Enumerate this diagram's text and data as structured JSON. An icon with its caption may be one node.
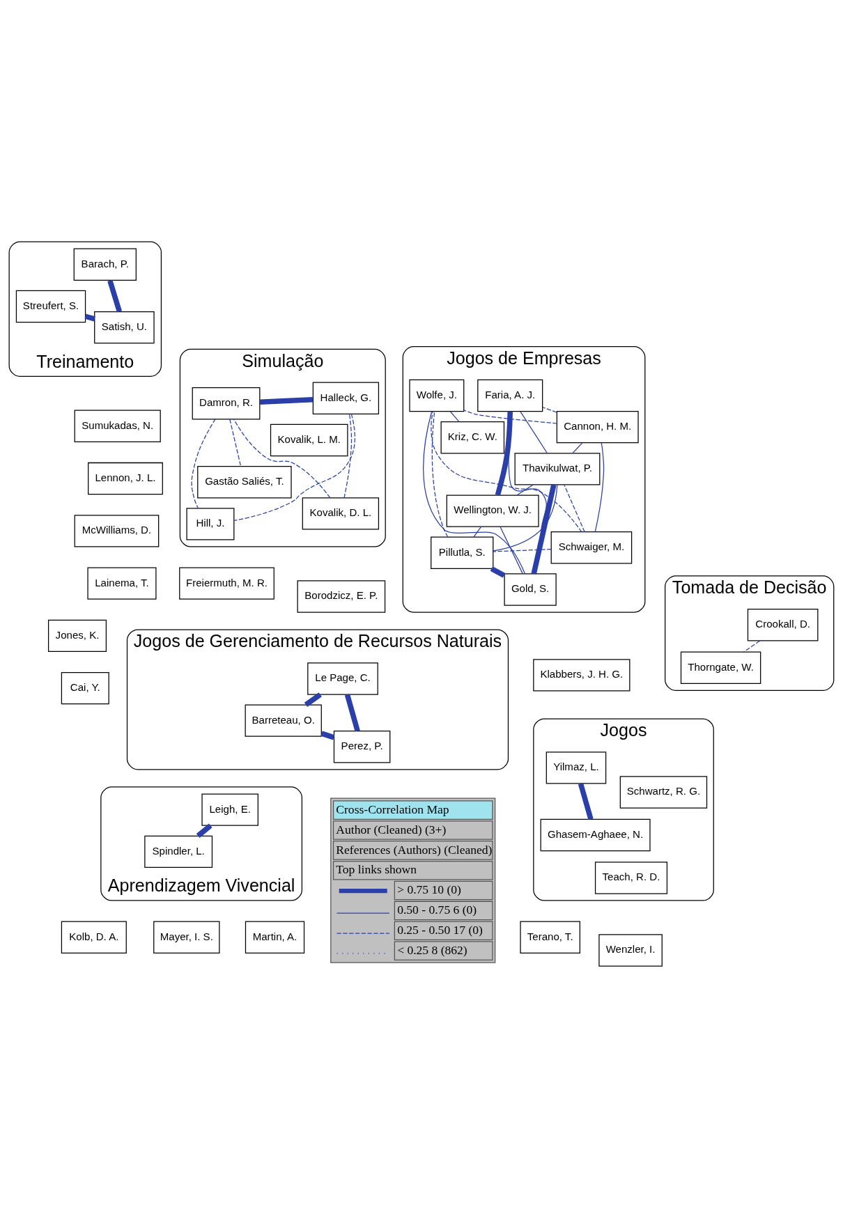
{
  "diagram": {
    "nodes": [
      {
        "text": [
          "Jogos de Empresas"
        ]
      },
      {
        "text": [
          "Schwaiger, M."
        ],
        "in": 0
      },
      {
        "text": [
          "Wolfe, J."
        ],
        "in": 0
      },
      {
        "text": [
          "Kriz, C. W."
        ],
        "in": 0
      },
      {
        "text": [
          "Lennon, J. L."
        ]
      },
      {
        "text": [
          "Cannon, H. M."
        ],
        "in": 0
      },
      {
        "text": [
          "Pillutla, S."
        ],
        "in": 0
      },
      {
        "text": [
          "Gold, S."
        ],
        "in": 0
      },
      {
        "text": [
          "Thavikulwat, P."
        ],
        "in": 0
      },
      {
        "text": [
          "Wellington, W. J."
        ],
        "in": 0
      },
      {
        "text": [
          "Faria, A. J."
        ],
        "in": 0
      },
      {
        "text": [
          "Simulação"
        ]
      },
      {
        "text": [
          "Kovalik, L. M."
        ],
        "in": 11
      },
      {
        "text": [
          "Kovalik, D. L."
        ],
        "in": 11
      },
      {
        "text": [
          "Halleck, G."
        ],
        "in": 11
      },
      {
        "text": [
          "Damron, R."
        ],
        "in": 11
      },
      {
        "text": [
          "Hill, J."
        ],
        "in": 11
      },
      {
        "text": [
          "Gastão Saliés, T."
        ],
        "in": 11
      },
      {
        "text": [
          "Jogos"
        ]
      },
      {
        "text": [
          "Yilmaz, L."
        ],
        "in": 18
      },
      {
        "text": [
          "Ghasem-Aghaee, N."
        ],
        "in": 18
      },
      {
        "text": [
          "Teach, R. D."
        ],
        "in": 18
      },
      {
        "text": [
          "Schwartz, R. G."
        ],
        "in": 18
      },
      {
        "text": [
          "Borodzicz, E. P."
        ]
      },
      {
        "text": [
          "Freiermuth, M. R."
        ]
      },
      {
        "text": [
          "Lainema, T."
        ]
      },
      {
        "text": [
          "Martin, A."
        ]
      },
      {
        "text": [
          "Tomada de Decisão"
        ]
      },
      {
        "text": [
          "Crookall, D."
        ],
        "in": 27
      },
      {
        "text": [
          "Thorngate, W."
        ],
        "in": 27
      },
      {
        "text": [
          "Treinamento"
        ]
      },
      {
        "text": [
          "Streufert, S."
        ],
        "in": 30
      },
      {
        "text": [
          "Satish, U."
        ],
        "in": 30
      },
      {
        "text": [
          "Barach, P."
        ],
        "in": 30
      },
      {
        "text": [
          "Terano, T."
        ]
      },
      {
        "text": [
          "Klabbers, J. H. G."
        ]
      },
      {
        "text": [
          "Aprendizagem Vivencial"
        ]
      },
      {
        "text": [
          "Leigh, E."
        ],
        "in": 36
      },
      {
        "text": [
          "Spindler, L."
        ],
        "in": 36
      },
      {
        "text": [
          "Kolb, D. A."
        ]
      },
      {
        "text": [
          "Mayer, I. S."
        ]
      },
      {
        "text": [
          "Wenzler, I."
        ]
      },
      {
        "text": [
          "Jogos de Gerenciamento de Recursos Naturais"
        ]
      },
      {
        "text": [
          "Perez, P."
        ],
        "in": 42
      },
      {
        "text": [
          "Barreteau, O."
        ],
        "in": 42
      },
      {
        "text": [
          "Le Page, C."
        ],
        "in": 42
      },
      {
        "text": [
          "Sumukadas, N."
        ]
      },
      {
        "text": [
          "Jones, K."
        ]
      },
      {
        "text": [
          "McWilliams, D."
        ]
      },
      {
        "text": [
          "Cai, Y."
        ]
      }
    ],
    "edges": [
      {
        "from": 2,
        "to": 3,
        "arrow": "none"
      },
      {
        "from": 10,
        "to": 9,
        "arrow": "none",
        "style": "thick"
      },
      {
        "from": 1,
        "to": 5,
        "arrow": "none"
      },
      {
        "from": 1,
        "to": 8,
        "arrow": "none",
        "style": "dashed"
      },
      {
        "from": 1,
        "to": 2,
        "arrow": "none",
        "style": "dashed"
      },
      {
        "from": 1,
        "to": 6,
        "arrow": "none",
        "style": "dashed"
      },
      {
        "from": 5,
        "to": 2,
        "arrow": "none",
        "style": "dashed"
      },
      {
        "from": 5,
        "to": 8,
        "arrow": "none"
      },
      {
        "from": 5,
        "to": 10,
        "arrow": "none",
        "style": "dashed"
      },
      {
        "from": 7,
        "to": 6,
        "arrow": "none",
        "style": "thick"
      },
      {
        "from": 8,
        "to": 6,
        "arrow": "none"
      },
      {
        "from": 8,
        "to": 7,
        "arrow": "none",
        "style": "thick"
      },
      {
        "from": 7,
        "to": 2,
        "arrow": "none"
      },
      {
        "from": 6,
        "to": 2,
        "arrow": "none",
        "style": "dashed"
      },
      {
        "from": 6,
        "to": 9,
        "arrow": "none"
      },
      {
        "from": 8,
        "to": 10,
        "arrow": "none"
      },
      {
        "from": 8,
        "to": 9,
        "arrow": "none"
      },
      {
        "from": 7,
        "to": 10,
        "arrow": "none"
      },
      {
        "from": 7,
        "to": 9,
        "arrow": "none"
      },
      {
        "from": 19,
        "to": 20,
        "arrow": "none",
        "style": "thick"
      },
      {
        "from": 13,
        "to": 14,
        "arrow": "none",
        "style": "dashed"
      },
      {
        "from": 14,
        "to": 15,
        "arrow": "none",
        "style": "thick"
      },
      {
        "from": 13,
        "to": 15,
        "arrow": "none",
        "style": "dashed"
      },
      {
        "from": 15,
        "to": 16,
        "arrow": "none",
        "style": "dashed"
      },
      {
        "from": 15,
        "to": 17,
        "arrow": "none",
        "style": "dashed"
      },
      {
        "from": 14,
        "to": 16,
        "arrow": "none",
        "style": "dashed"
      },
      {
        "from": 28,
        "to": 29,
        "arrow": "none",
        "style": "dashed"
      },
      {
        "from": 31,
        "to": 32,
        "arrow": "none",
        "style": "thick"
      },
      {
        "from": 32,
        "to": 33,
        "arrow": "none",
        "style": "thick"
      },
      {
        "from": 37,
        "to": 38,
        "arrow": "none",
        "style": "thick"
      },
      {
        "from": 43,
        "to": 44,
        "arrow": "none",
        "style": "thick"
      },
      {
        "from": 43,
        "to": 45,
        "arrow": "none",
        "style": "thick"
      },
      {
        "from": 44,
        "to": 45,
        "arrow": "none",
        "style": "thick"
      }
    ],
    "labels": [
      "Cross-Correlation Map",
      "Author (Cleaned) (3+)",
      "References (Authors) (Cleaned)",
      "Top links shown"
    ],
    "legend": [
      {
        "text": "> 0.75 10 (0)"
      },
      {
        "text": "0.50 - 0.75 6 (0)"
      },
      {
        "text": "0.25 - 0.50 17 (0)"
      },
      {
        "text": "< 0.25 8 (862)"
      }
    ]
  }
}
